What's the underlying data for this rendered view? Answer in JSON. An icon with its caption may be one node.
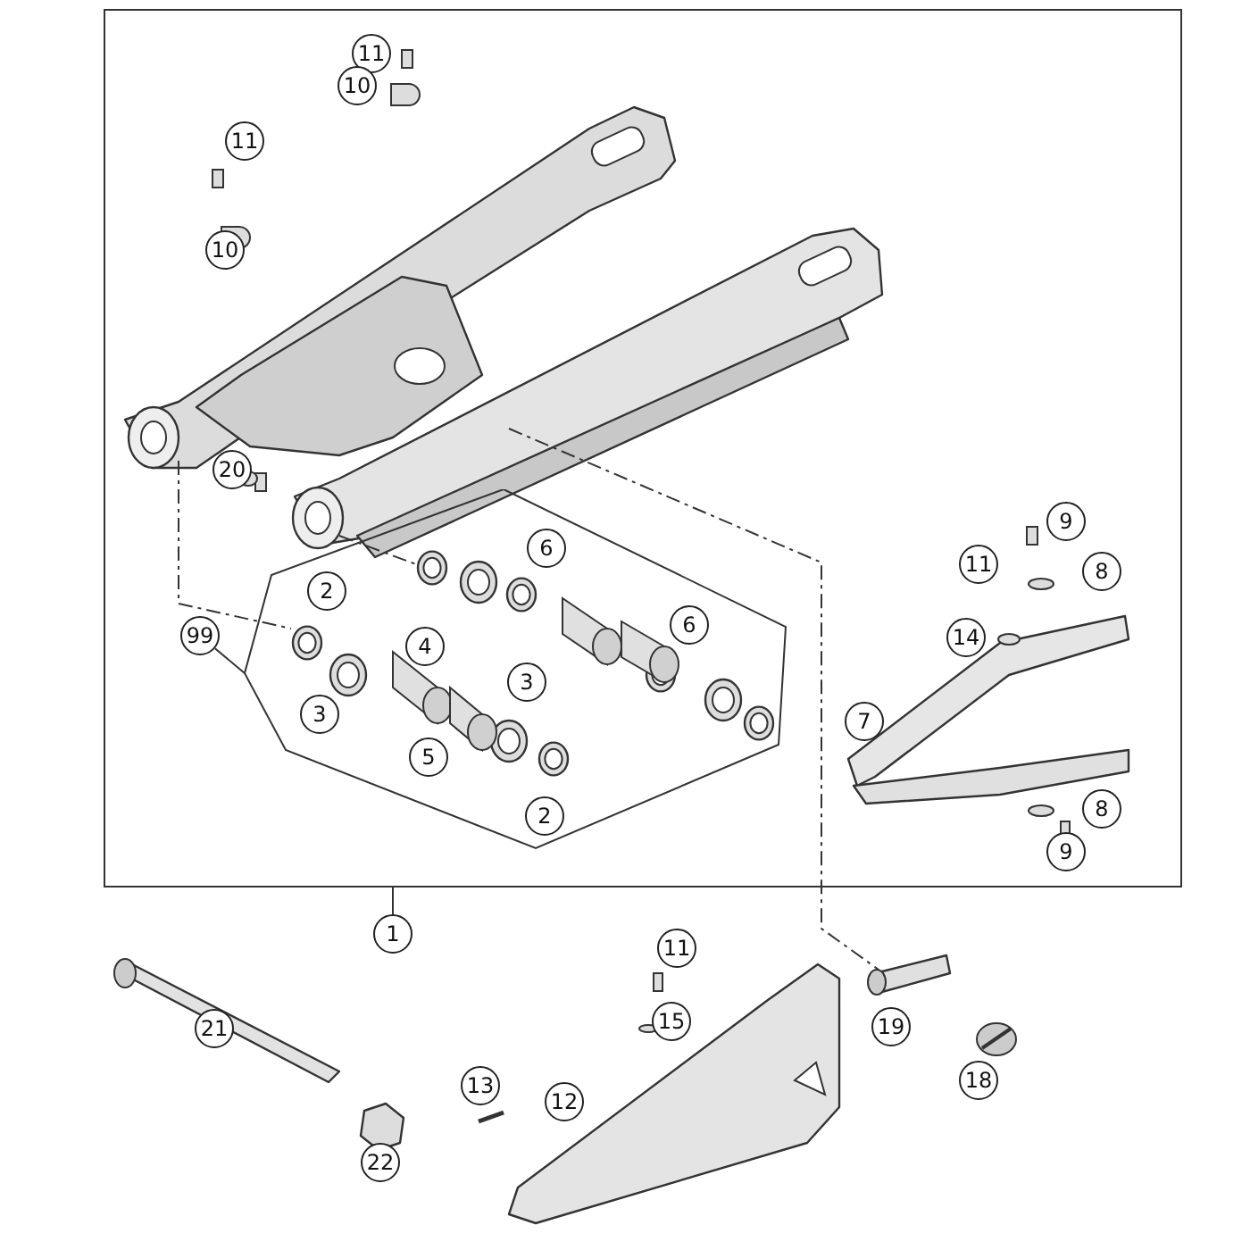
{
  "diagram": {
    "nodes": [
      {
        "text": [],
        "shape": "box"
      },
      {
        "text": [],
        "shape": "hexagon",
        "in": 0
      },
      {
        "text": [
          "11"
        ],
        "in": 0
      },
      {
        "text": [
          "10"
        ],
        "in": 0
      },
      {
        "text": [
          "11"
        ],
        "in": 0
      },
      {
        "text": [
          "10"
        ],
        "in": 0
      },
      {
        "text": [
          "20"
        ],
        "in": 0
      },
      {
        "text": [
          "9"
        ],
        "in": 0
      },
      {
        "text": [
          "6"
        ],
        "in": 1
      },
      {
        "text": [
          "11"
        ],
        "in": 0
      },
      {
        "text": [
          "8"
        ],
        "in": 0
      },
      {
        "text": [
          "2"
        ],
        "in": 1
      },
      {
        "text": [
          "6"
        ],
        "in": 1
      },
      {
        "text": [
          "99"
        ],
        "in": 0
      },
      {
        "text": [
          "14"
        ],
        "in": 0
      },
      {
        "text": [
          "4"
        ],
        "in": 1
      },
      {
        "text": [
          "3"
        ],
        "in": 1
      },
      {
        "text": [
          "3"
        ],
        "in": 1
      },
      {
        "text": [
          "7"
        ],
        "in": 0
      },
      {
        "text": [
          "5"
        ],
        "in": 1
      },
      {
        "text": [
          "8"
        ],
        "in": 0
      },
      {
        "text": [
          "2"
        ],
        "in": 1
      },
      {
        "text": [
          "9"
        ],
        "in": 0
      },
      {
        "text": [
          "1"
        ]
      },
      {
        "text": [
          "11"
        ]
      },
      {
        "text": [
          "21"
        ]
      },
      {
        "text": [
          "15"
        ]
      },
      {
        "text": [
          "19"
        ]
      },
      {
        "text": [
          "13"
        ]
      },
      {
        "text": [
          "12"
        ]
      },
      {
        "text": [
          "18"
        ]
      },
      {
        "text": [
          "22"
        ]
      }
    ],
    "edges": [
      {
        "from": 23,
        "to": 0,
        "arrow": "none"
      },
      {
        "from": 13,
        "to": 1,
        "arrow": "none"
      }
    ]
  }
}
